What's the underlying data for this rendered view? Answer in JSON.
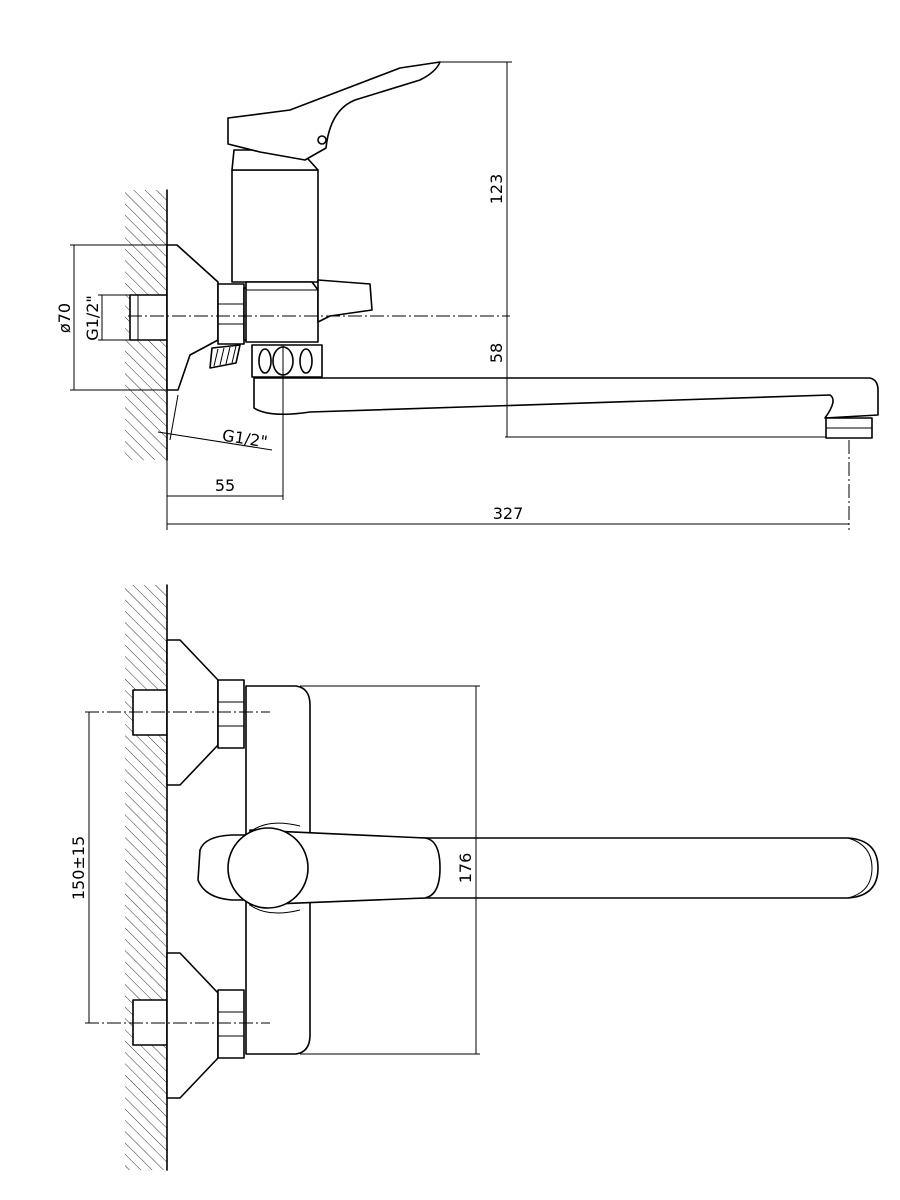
{
  "drawing": {
    "side_view": {
      "dim_height_total": "123",
      "dim_spout_height": "58",
      "dim_flange_diameter": "ø70",
      "dim_inlet_thread": "G1/2\"",
      "dim_outlet_thread": "G1/2\"",
      "dim_wall_offset": "55",
      "dim_total_length": "327"
    },
    "front_view": {
      "dim_inlet_spacing": "150±15",
      "dim_body_height": "176"
    }
  }
}
